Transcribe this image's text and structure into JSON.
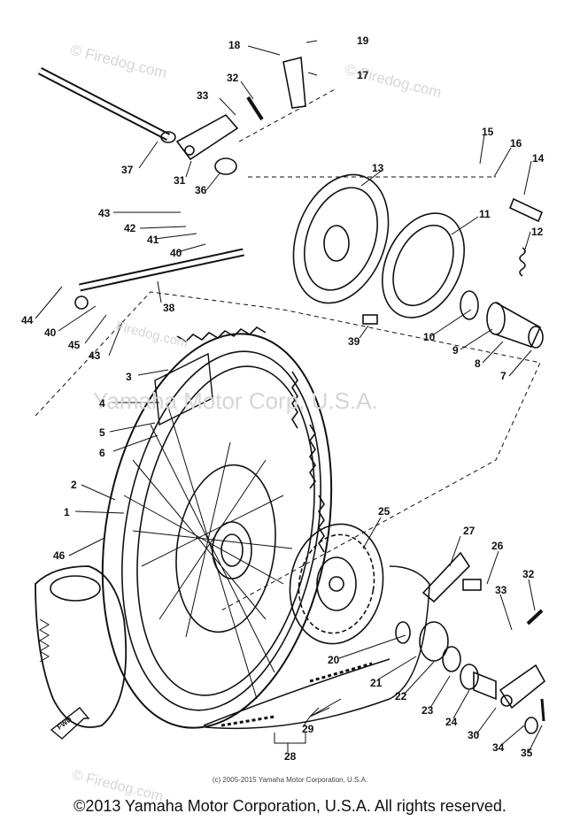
{
  "watermarks": {
    "firedog_1": "© Firedog.com",
    "firedog_2": "© Firedog.com",
    "firedog_3": "Firedog.com",
    "firedog_4": "© Firedog.com",
    "company": "Yamaha Motor Corp, U.S.A."
  },
  "arrow_label": "FWD",
  "part_labels": [
    "1",
    "2",
    "3",
    "4",
    "5",
    "6",
    "7",
    "8",
    "9",
    "10",
    "11",
    "12",
    "13",
    "14",
    "15",
    "16",
    "17",
    "18",
    "19",
    "20",
    "21",
    "22",
    "23",
    "24",
    "25",
    "26",
    "27",
    "28",
    "29",
    "30",
    "31",
    "32",
    "33",
    "34",
    "35",
    "36",
    "37",
    "38",
    "39",
    "40",
    "41",
    "42",
    "43",
    "44",
    "45",
    "46"
  ],
  "extra_labels": {
    "r32": "32",
    "r33": "33",
    "l40b": "40",
    "l43b": "43"
  },
  "copyright_small": "(c) 2005-2015 Yamaha Motor Corporation, U.S.A.",
  "copyright_main": "©2013 Yamaha Motor Corporation, U.S.A. All rights reserved."
}
